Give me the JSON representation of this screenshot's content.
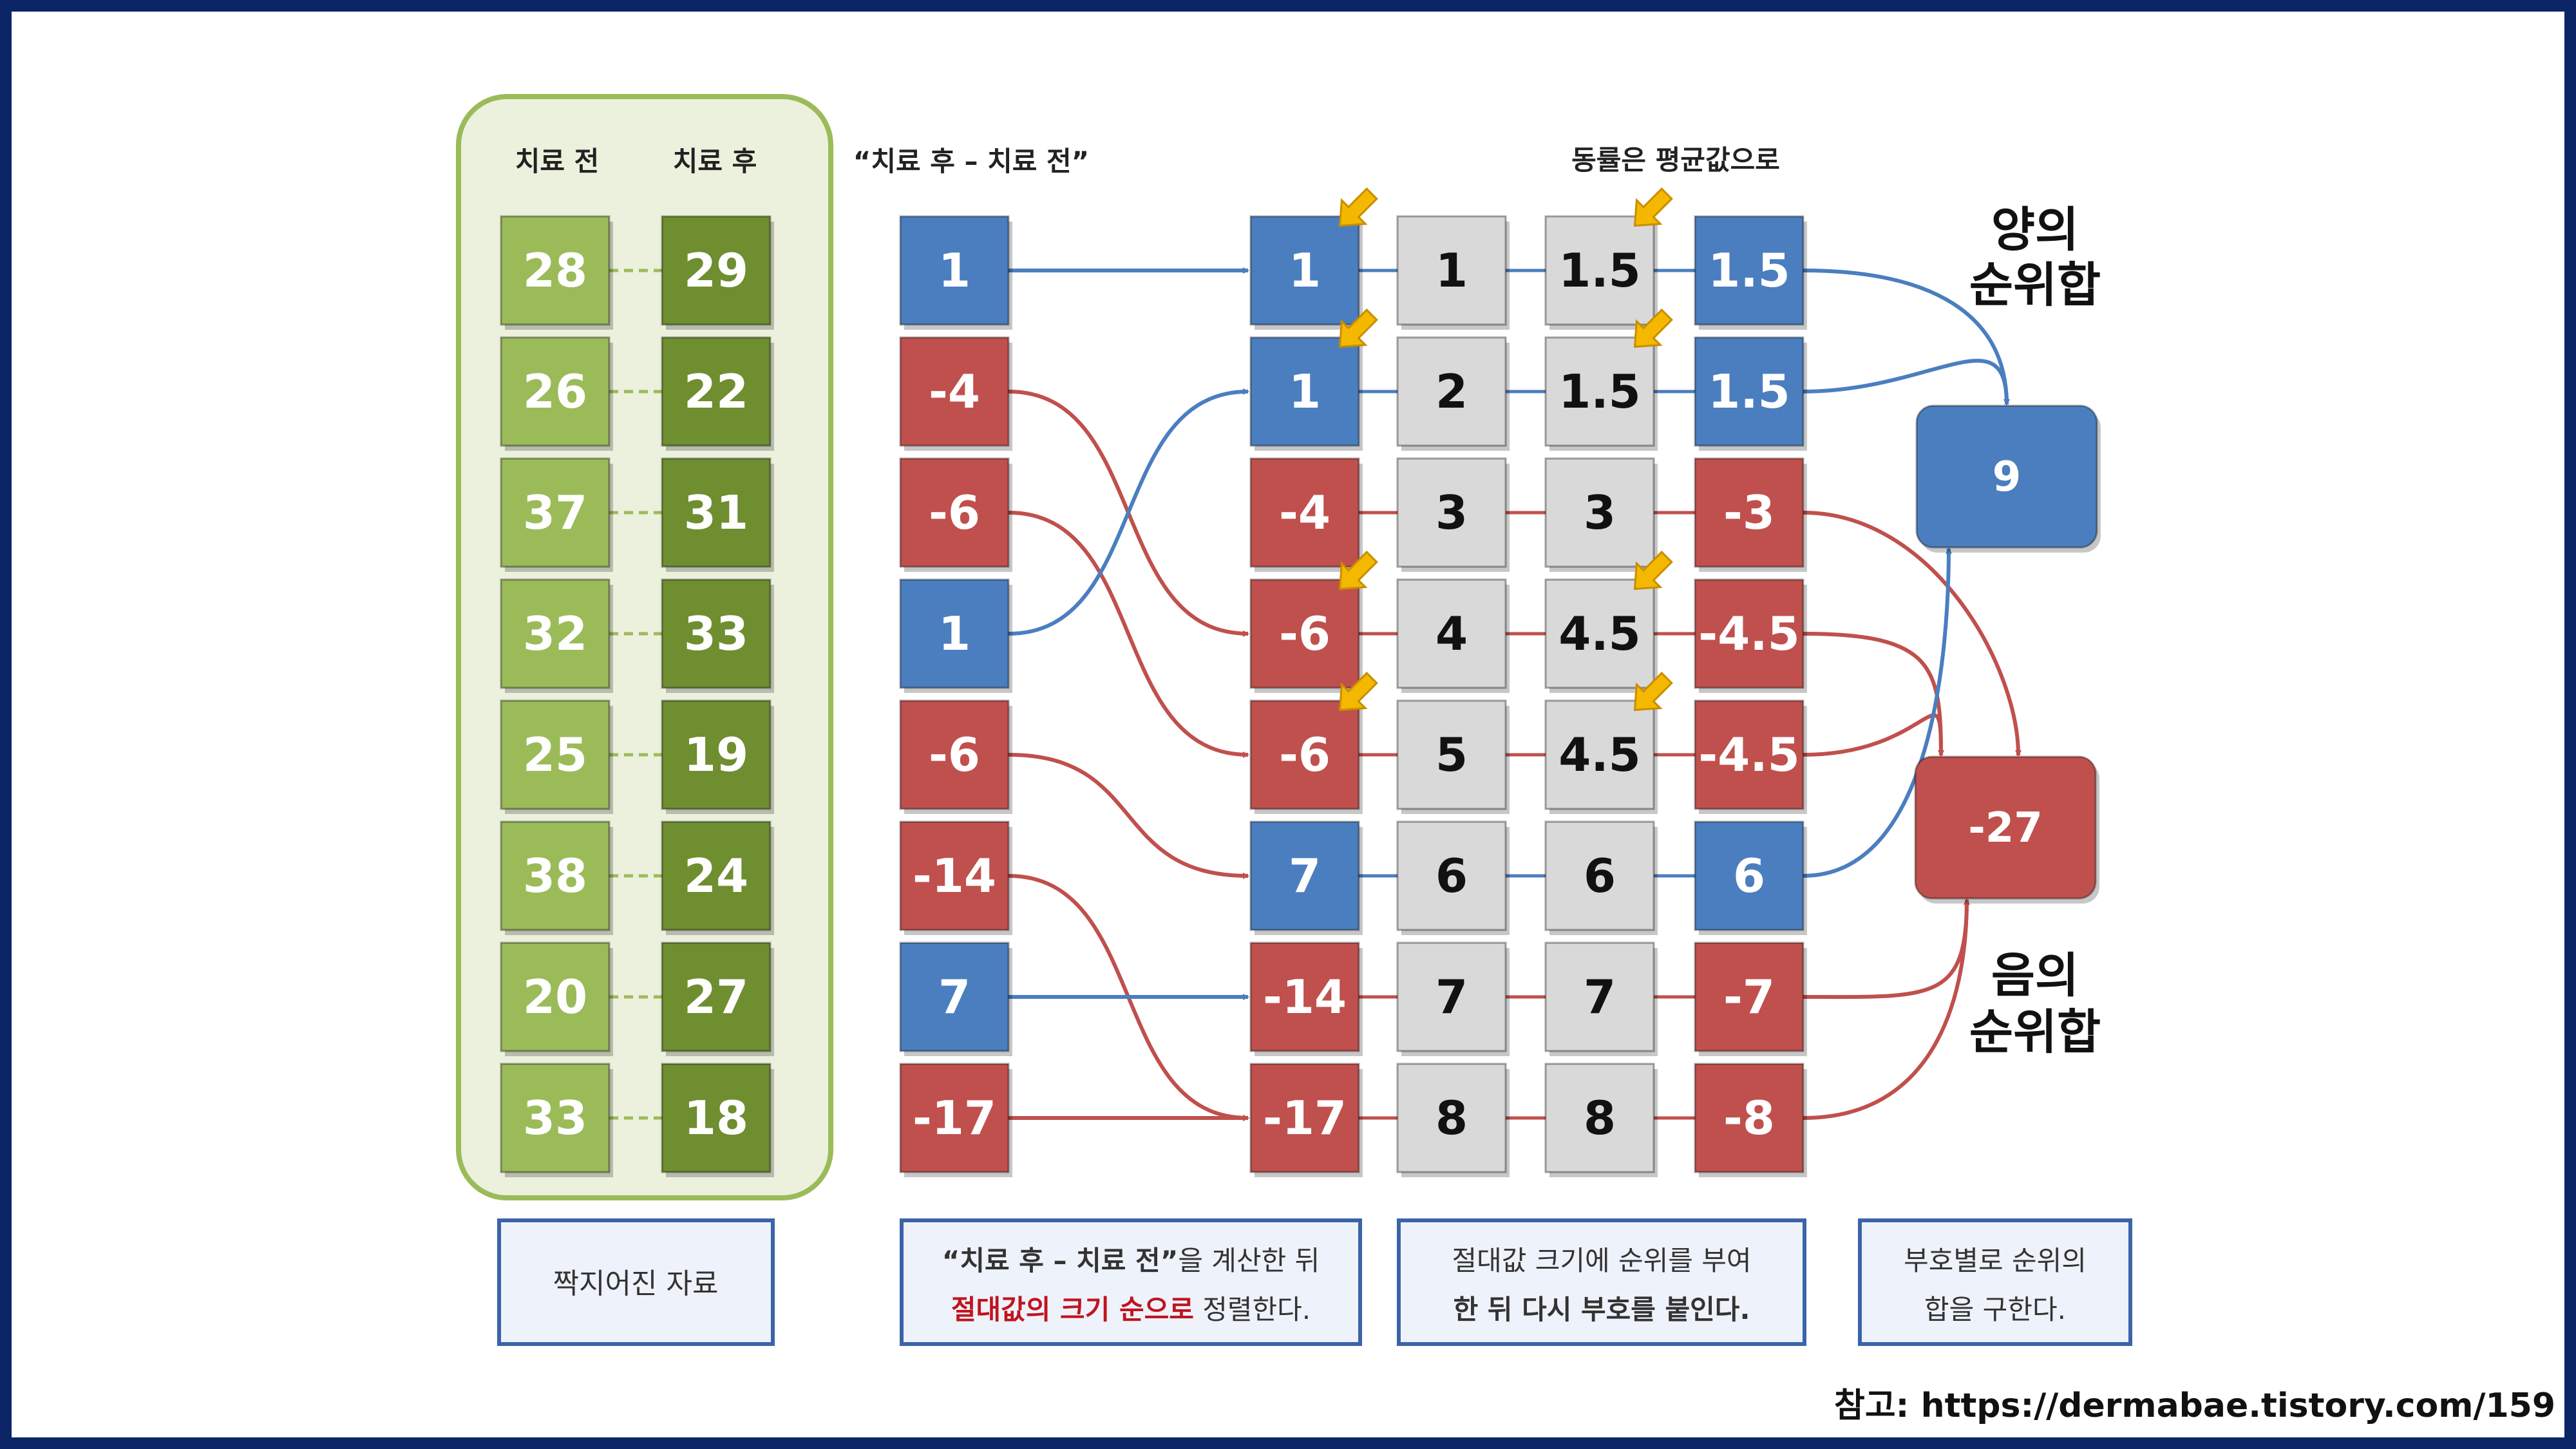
{
  "headers": {
    "before": "치료 전",
    "after": "치료 후",
    "diff": "“치료 후 – 치료 전”",
    "ties": "동률은 평균값으로"
  },
  "pairs": [
    {
      "before": "28",
      "after": "29"
    },
    {
      "before": "26",
      "after": "22"
    },
    {
      "before": "37",
      "after": "31"
    },
    {
      "before": "32",
      "after": "33"
    },
    {
      "before": "25",
      "after": "19"
    },
    {
      "before": "38",
      "after": "24"
    },
    {
      "before": "20",
      "after": "27"
    },
    {
      "before": "33",
      "after": "18"
    }
  ],
  "differences": [
    {
      "value": "1",
      "sign": "positive"
    },
    {
      "value": "-4",
      "sign": "negative"
    },
    {
      "value": "-6",
      "sign": "negative"
    },
    {
      "value": "1",
      "sign": "positive"
    },
    {
      "value": "-6",
      "sign": "negative"
    },
    {
      "value": "-14",
      "sign": "negative"
    },
    {
      "value": "7",
      "sign": "positive"
    },
    {
      "value": "-17",
      "sign": "negative"
    }
  ],
  "sorted": [
    {
      "value": "1",
      "sign": "positive",
      "tie": true
    },
    {
      "value": "1",
      "sign": "positive",
      "tie": true
    },
    {
      "value": "-4",
      "sign": "negative",
      "tie": false
    },
    {
      "value": "-6",
      "sign": "negative",
      "tie": true
    },
    {
      "value": "-6",
      "sign": "negative",
      "tie": true
    },
    {
      "value": "7",
      "sign": "positive",
      "tie": false
    },
    {
      "value": "-14",
      "sign": "negative",
      "tie": false
    },
    {
      "value": "-17",
      "sign": "negative",
      "tie": false
    }
  ],
  "diff_to_sorted": [
    0,
    3,
    4,
    1,
    5,
    7,
    6,
    8
  ],
  "ranks": [
    "1",
    "2",
    "3",
    "4",
    "5",
    "6",
    "7",
    "8"
  ],
  "avg_ranks": [
    {
      "value": "1.5",
      "tie": true
    },
    {
      "value": "1.5",
      "tie": true
    },
    {
      "value": "3",
      "tie": false
    },
    {
      "value": "4.5",
      "tie": true
    },
    {
      "value": "4.5",
      "tie": true
    },
    {
      "value": "6",
      "tie": false
    },
    {
      "value": "7",
      "tie": false
    },
    {
      "value": "8",
      "tie": false
    }
  ],
  "signed_ranks": [
    {
      "value": "1.5",
      "sign": "positive"
    },
    {
      "value": "1.5",
      "sign": "positive"
    },
    {
      "value": "-3",
      "sign": "negative"
    },
    {
      "value": "-4.5",
      "sign": "negative"
    },
    {
      "value": "-4.5",
      "sign": "negative"
    },
    {
      "value": "6",
      "sign": "positive"
    },
    {
      "value": "-7",
      "sign": "negative"
    },
    {
      "value": "-8",
      "sign": "negative"
    }
  ],
  "sums": {
    "positive": {
      "value": "9",
      "label_line1": "양의",
      "label_line2": "순위합"
    },
    "negative": {
      "value": "-27",
      "label_line1": "음의",
      "label_line2": "순위합"
    }
  },
  "captions": {
    "paired": "짝지어진 자료",
    "step2_quote": "“치료 후 – 치료 전”",
    "step2_rest1": "을 계산한 뒤",
    "step2_red": "절대값의 크기 순으로",
    "step2_rest2": " 정렬한다.",
    "step3_line1": "절대값 크기에 순위를 부여",
    "step3_line2": "한 뒤 다시 부호를 붙인다.",
    "step4_line1": "부호별로 순위의",
    "step4_line2": "합을 구한다."
  },
  "footer": "참고: https://dermabae.tistory.com/159",
  "colors": {
    "blue": "#4a7ebf",
    "red": "#c0504d",
    "gray": "#d9d9d9",
    "light_green": "#9bbb59",
    "dark_green": "#6e8e30",
    "panel_fill": "#ebf1dd",
    "panel_border": "#9bbb59",
    "arrow_yellow": "#f5b800",
    "frame": "#0b2566",
    "caption_red": "#c0141f"
  }
}
